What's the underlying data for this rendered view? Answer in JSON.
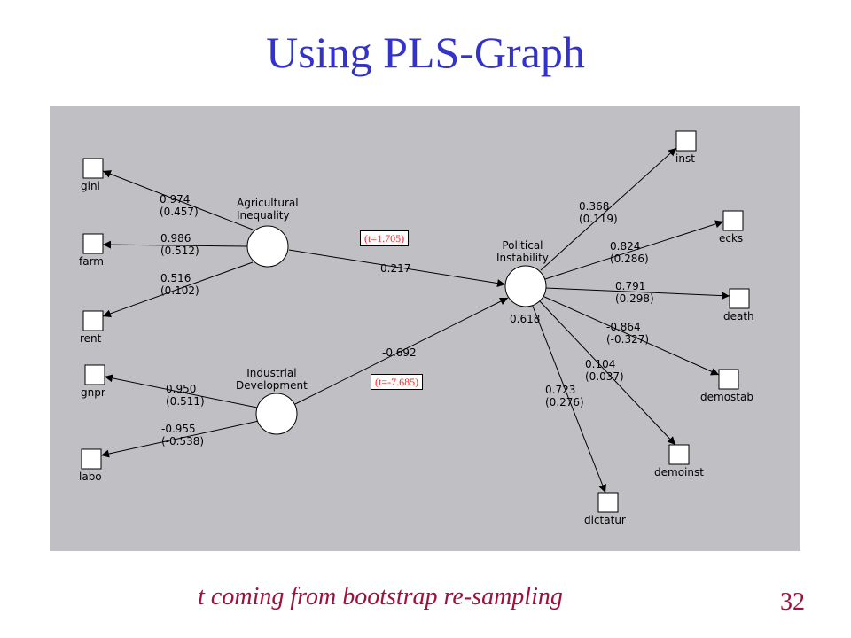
{
  "title": "Using PLS-Graph",
  "caption": "t coming from bootstrap re-sampling",
  "page_number": "32",
  "constructs": {
    "agri": "Agricultural\nInequality",
    "indus": "Industrial\nDevelopment",
    "polit": "Political\nInstability",
    "polit_r2": "0.618"
  },
  "indicators": {
    "gini": "gini",
    "farm": "farm",
    "rent": "rent",
    "gnpr": "gnpr",
    "labo": "labo",
    "inst": "inst",
    "ecks": "ecks",
    "death": "death",
    "demostab": "demostab",
    "demoinst": "demoinst",
    "dictatur": "dictatur"
  },
  "loadings": {
    "gini": "0.974\n(0.457)",
    "farm": "0.986\n(0.512)",
    "rent": "0.516\n(0.102)",
    "gnpr": "0.950\n(0.511)",
    "labo": "-0.955\n(-0.538)",
    "inst": "0.368\n(0.119)",
    "ecks": "0.824\n(0.286)",
    "death": "0.791\n(0.298)",
    "demostab": "-0.864\n(-0.327)",
    "demoinst": "0.104\n(0.037)",
    "dictatur": "0.723\n(0.276)"
  },
  "paths": {
    "agri_to_polit": "0.217",
    "indus_to_polit": "-0.692",
    "agri_t": "(t=1.705)",
    "indus_t": "(t=-7.685)"
  }
}
